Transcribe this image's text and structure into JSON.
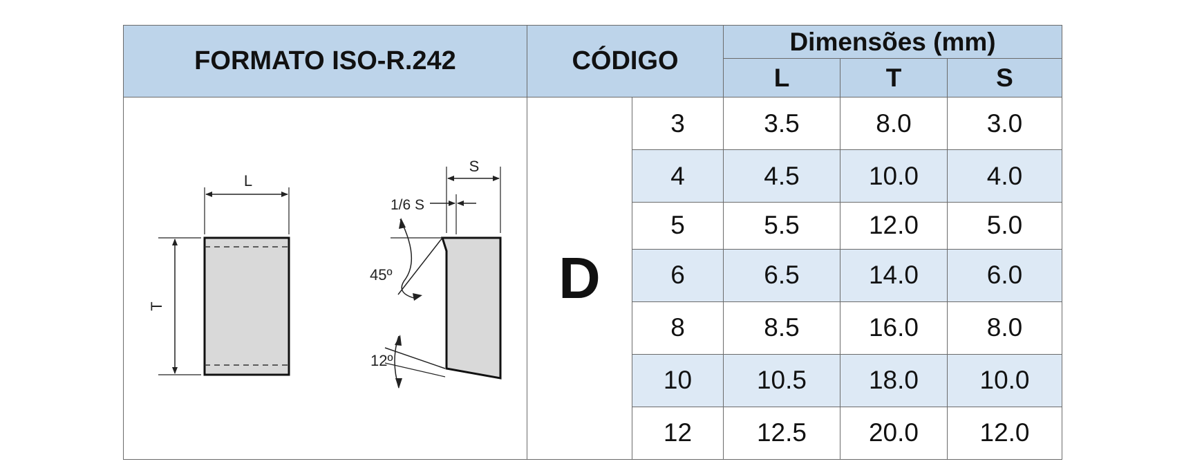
{
  "header": {
    "format_label": "FORMATO ISO-R.242",
    "code_label": "CÓDIGO",
    "dimensions_label": "Dimensões (mm)",
    "columns": [
      "L",
      "T",
      "S"
    ]
  },
  "code_letter": "D",
  "rows": [
    {
      "code": "3",
      "L": "3.5",
      "T": "8.0",
      "S": "3.0"
    },
    {
      "code": "4",
      "L": "4.5",
      "T": "10.0",
      "S": "4.0"
    },
    {
      "code": "5",
      "L": "5.5",
      "T": "12.0",
      "S": "5.0"
    },
    {
      "code": "6",
      "L": "6.5",
      "T": "14.0",
      "S": "6.0"
    },
    {
      "code": "8",
      "L": "8.5",
      "T": "16.0",
      "S": "8.0"
    },
    {
      "code": "10",
      "L": "10.5",
      "T": "18.0",
      "S": "10.0"
    },
    {
      "code": "12",
      "L": "12.5",
      "T": "20.0",
      "S": "12.0"
    }
  ],
  "diagram": {
    "label_L": "L",
    "label_T": "T",
    "label_S": "S",
    "label_sixth_S": "1/6 S",
    "label_45": "45º",
    "label_12": "12º"
  }
}
